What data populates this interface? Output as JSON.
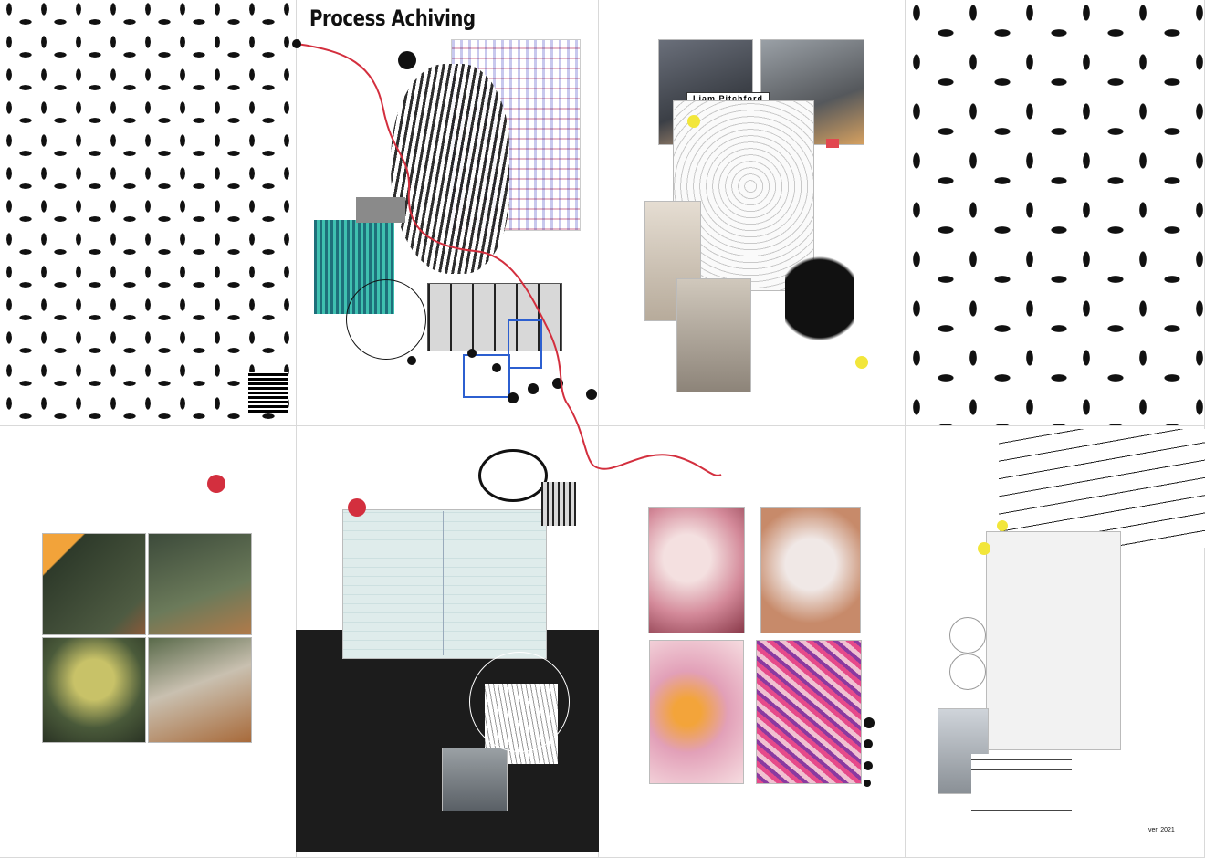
{
  "board": {
    "title": "Process Achiving",
    "name_tag": "Liam Pitchford",
    "signature_year": "ver. 2021"
  },
  "colors": {
    "accent_red": "#d32f3e",
    "teal": "#2a9a9a",
    "sticky_yellow": "#f2e63a",
    "dark_panel": "#1c1c1c",
    "grid_blue": "#6a6ac8"
  },
  "icons": {
    "qr_code": "qr-code-icon"
  }
}
